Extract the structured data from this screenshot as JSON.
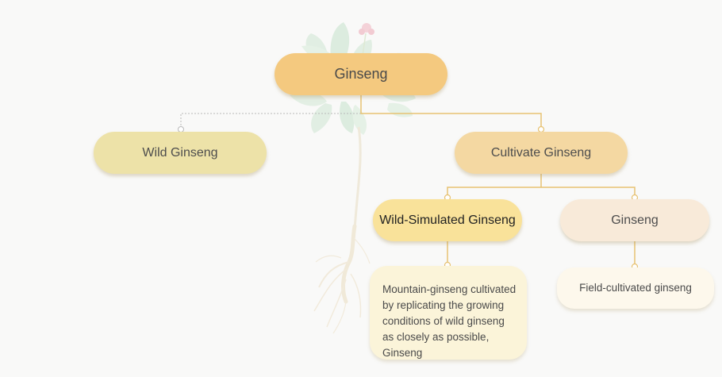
{
  "diagram": {
    "root": {
      "label": "Ginseng"
    },
    "wild": {
      "label": "Wild Ginseng"
    },
    "cultivate": {
      "label": "Cultivate Ginseng"
    },
    "wild_simulated": {
      "label": "Wild-Simulated Ginseng",
      "description": "Mountain-ginseng cultivated by replicating the growing conditions of wild ginseng as closely as possible, Ginseng"
    },
    "ginseng_child": {
      "label": "Ginseng",
      "description": "Field-cultivated ginseng"
    }
  },
  "colors": {
    "root_fill": "#f4c97f",
    "wild_fill": "#ede2a8",
    "cultivate_fill": "#f4d8a2",
    "wild_simulated_fill": "#f9e29a",
    "ginseng_child_fill": "#f8ead9",
    "connector": "#e7c272",
    "dotted_connector": "#b9b9b9"
  },
  "icons": {
    "background_illustration": "ginseng-plant-icon"
  }
}
